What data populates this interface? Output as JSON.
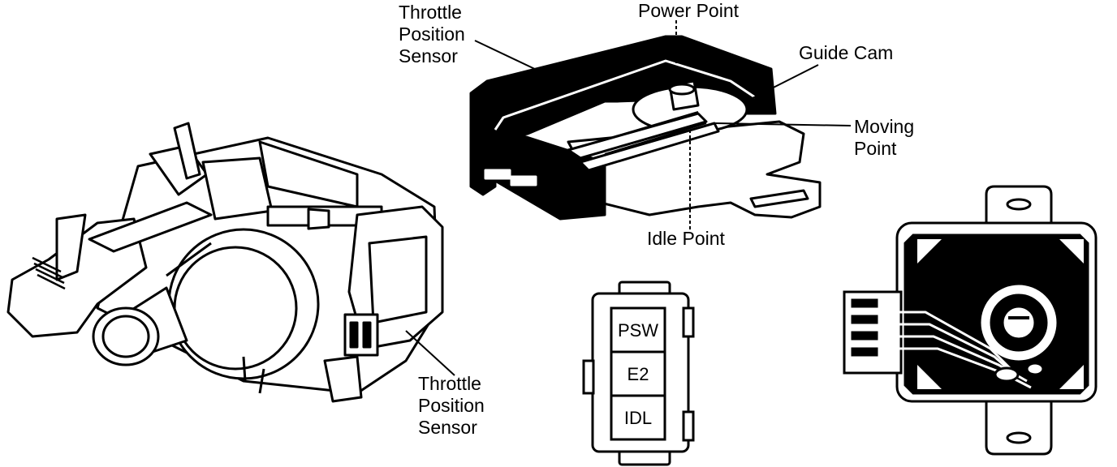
{
  "labels": {
    "tps_top_line1": "Throttle",
    "tps_top_line2": "Position",
    "tps_top_line3": "Sensor",
    "power_point": "Power Point",
    "guide_cam": "Guide Cam",
    "moving_point_line1": "Moving",
    "moving_point_line2": "Point",
    "idle_point": "Idle Point",
    "tps_bottom_line1": "Throttle",
    "tps_bottom_line2": "Position",
    "tps_bottom_line3": "Sensor"
  },
  "connector": {
    "pins": [
      "PSW",
      "E2",
      "IDL"
    ]
  }
}
